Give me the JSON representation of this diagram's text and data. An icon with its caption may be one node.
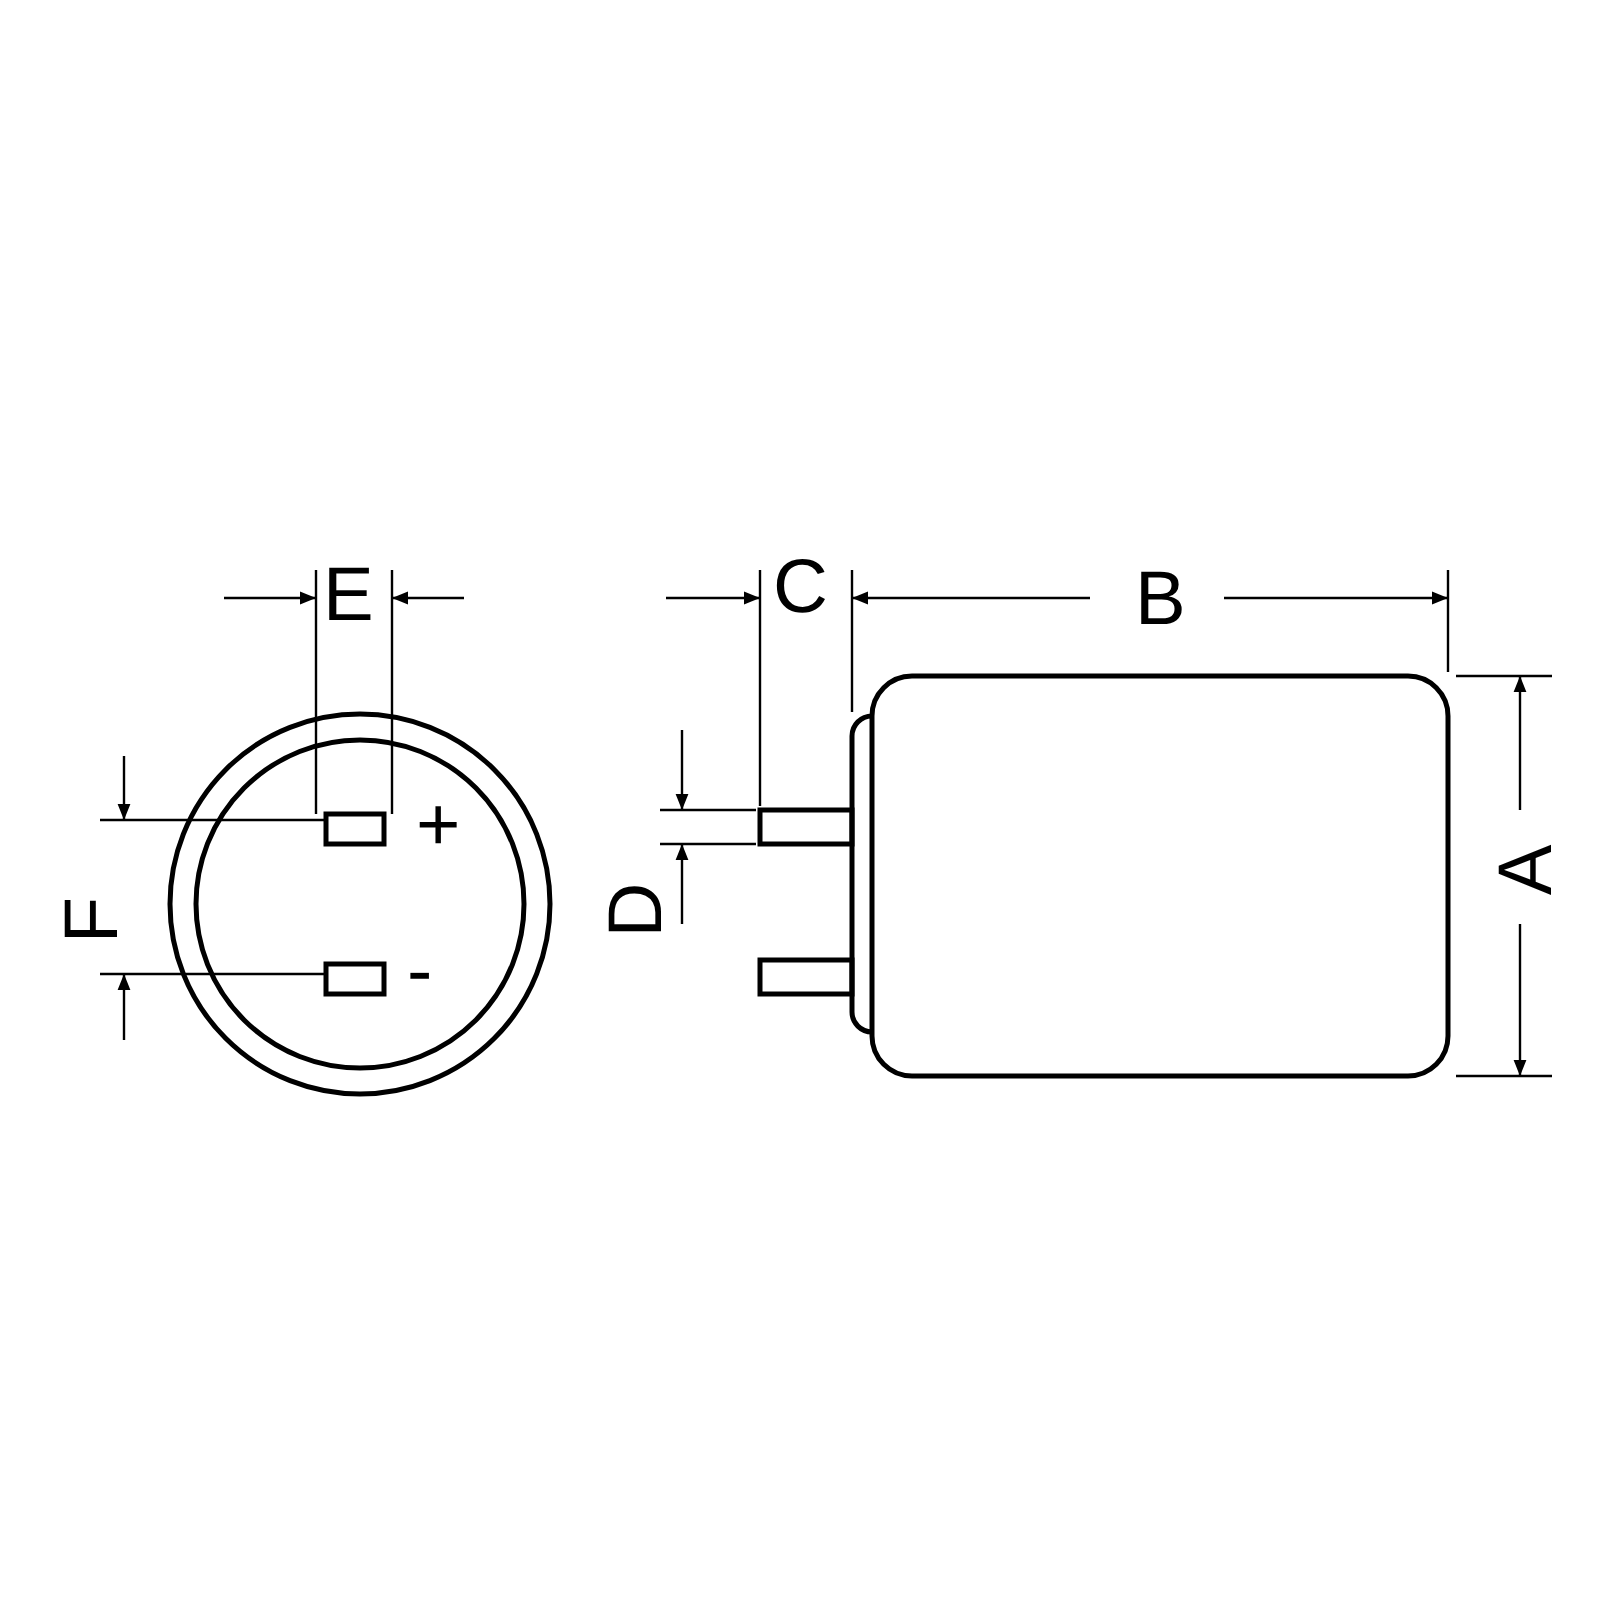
{
  "diagram": {
    "labels": [
      "E",
      "C",
      "B",
      "+",
      "D",
      "A",
      "F",
      "-"
    ]
  }
}
